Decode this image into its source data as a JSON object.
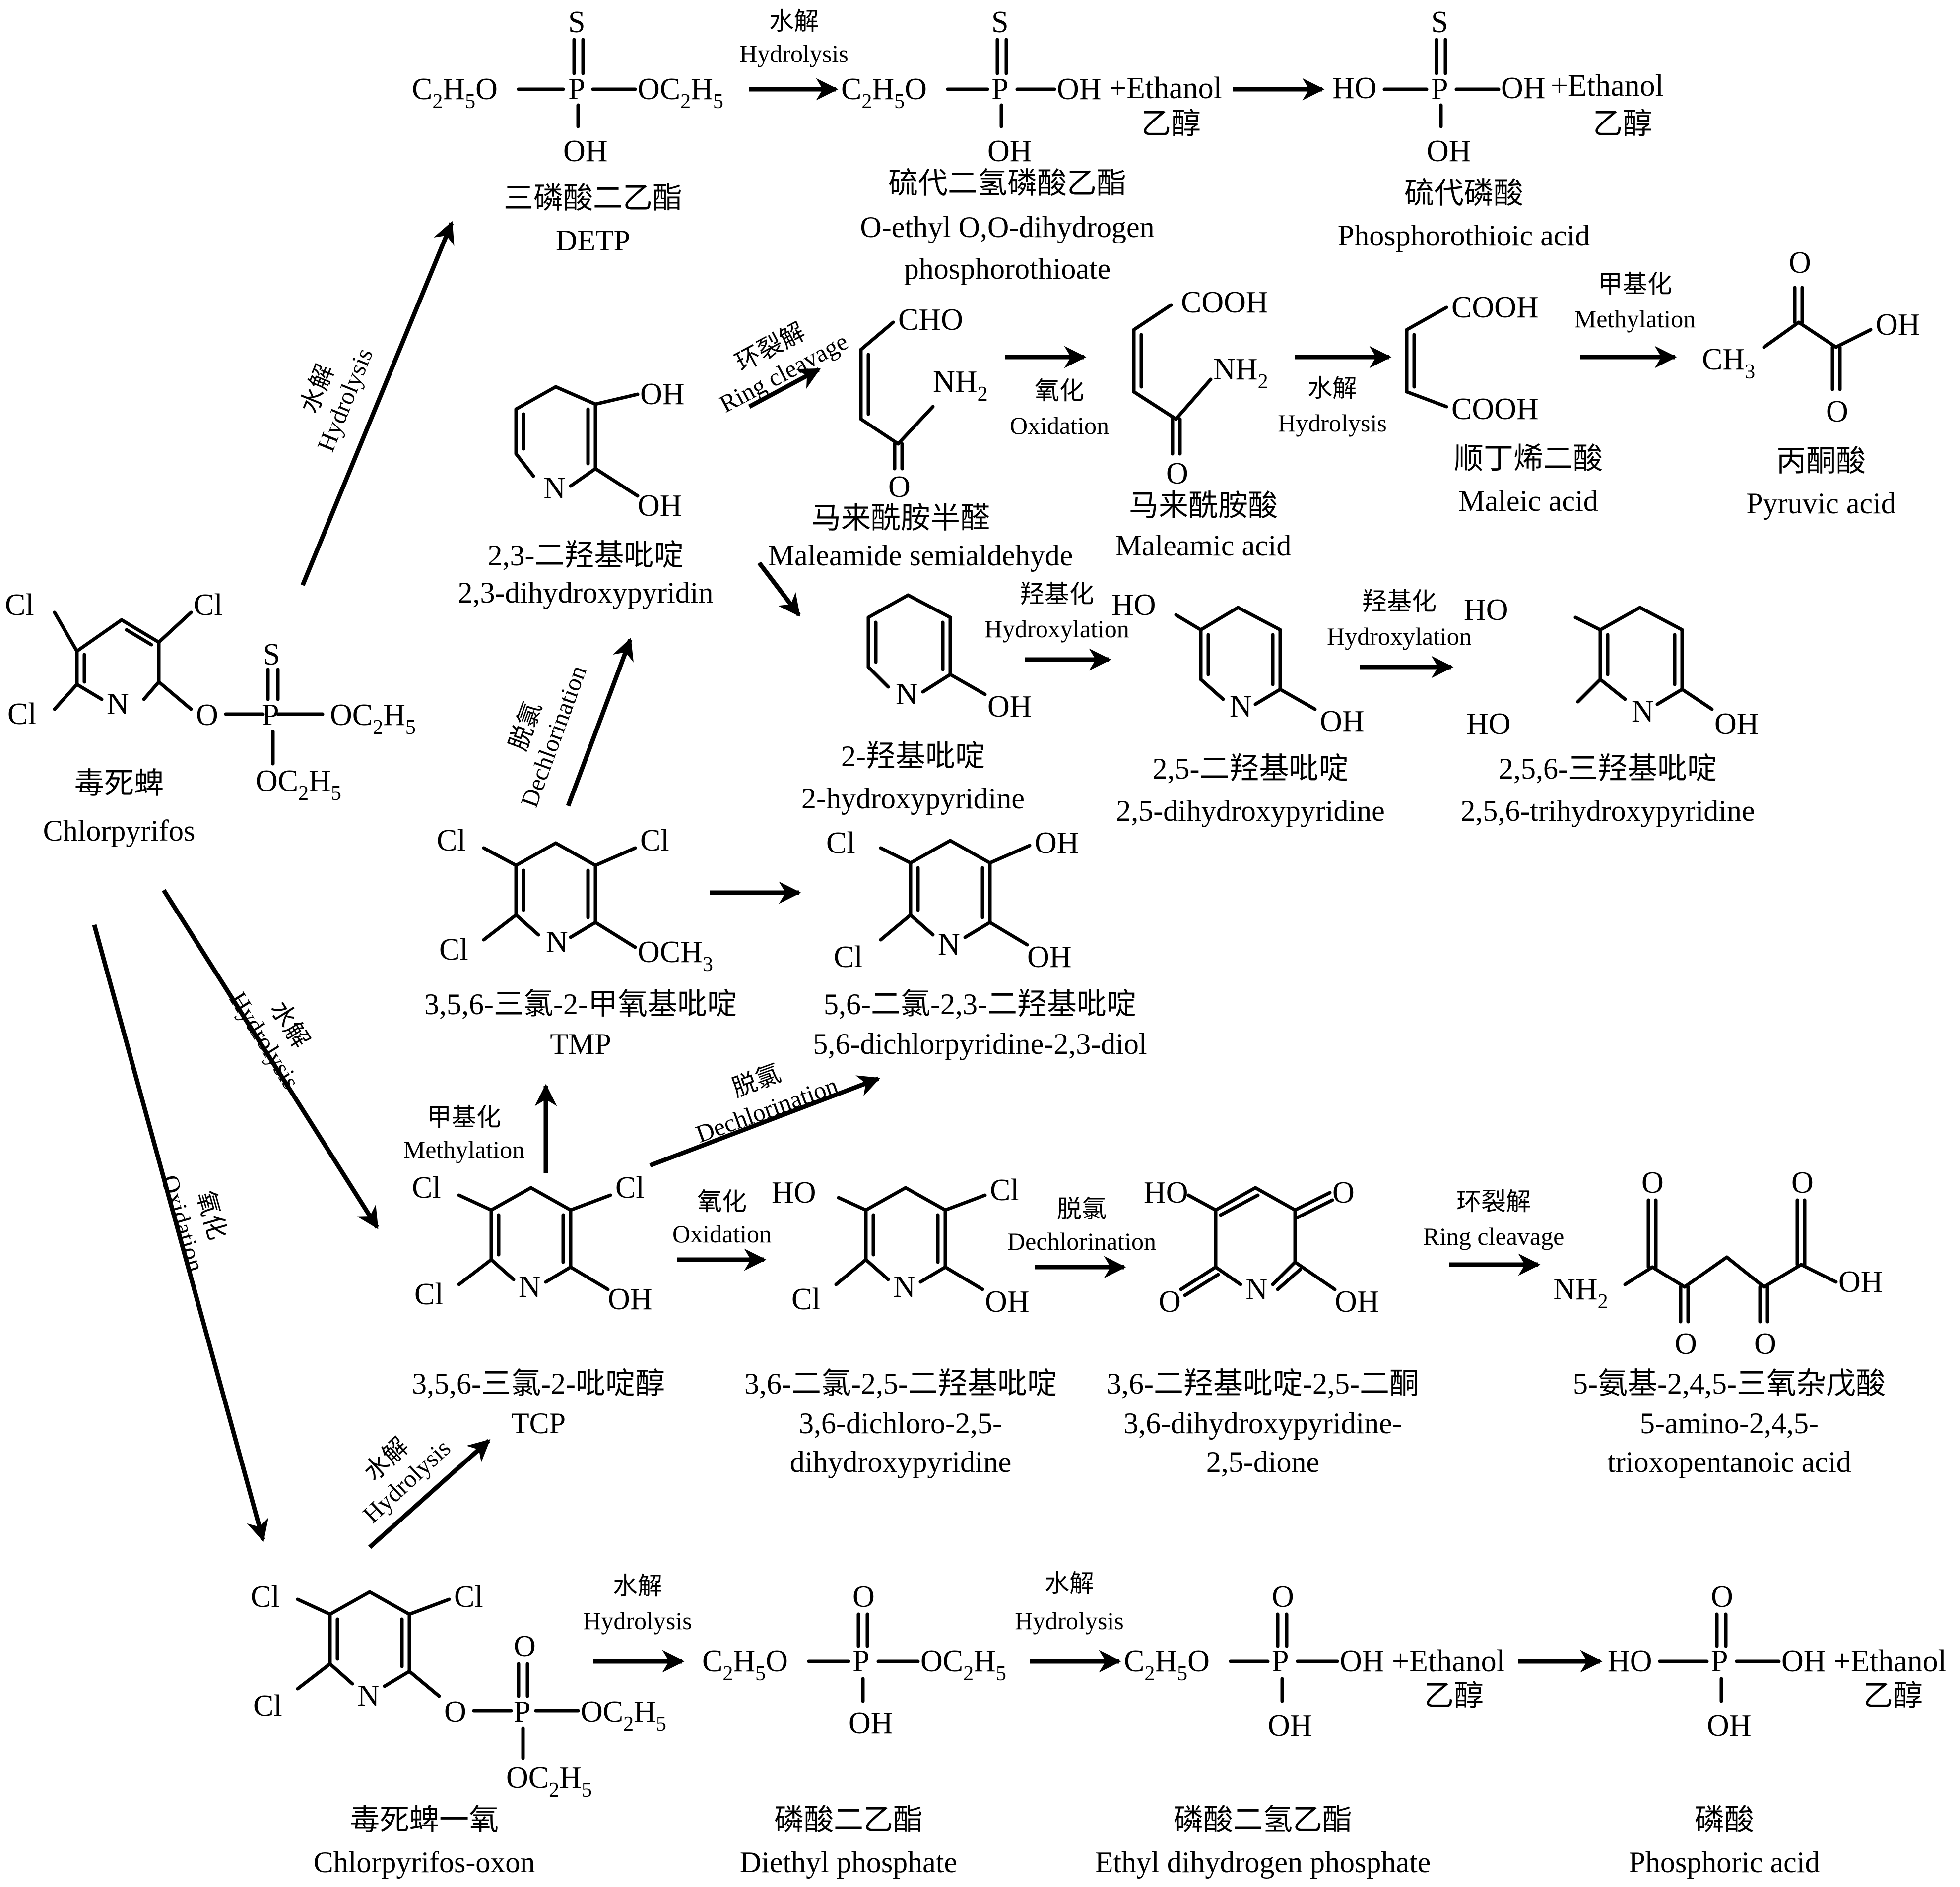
{
  "chlorpyrifos": {
    "atoms": [
      "Cl",
      "Cl",
      "Cl",
      "N",
      "O",
      "P",
      "S",
      "OC",
      "2",
      "H",
      "5",
      "OC",
      "2",
      "H",
      "5"
    ],
    "zh": "毒死蜱",
    "en": "Chlorpyrifos"
  },
  "detp": {
    "left": [
      "C",
      "2",
      "H",
      "5",
      "O"
    ],
    "P": "P",
    "S": "S",
    "right": [
      "OC",
      "2",
      "H",
      "5"
    ],
    "OH": "OH",
    "zh": "三磷酸二乙酯",
    "en": "DETP"
  },
  "odpt": {
    "left": [
      "C",
      "2",
      "H",
      "5",
      "O"
    ],
    "P": "P",
    "S": "S",
    "OH1": "OH",
    "OH2": "OH",
    "plus": "+Ethanol",
    "eth_zh": "乙醇",
    "zh": "硫代二氢磷酸乙酯",
    "en1": "O-ethyl O,O-dihydrogen",
    "en2": "phosphorothioate"
  },
  "pta": {
    "HO": "HO",
    "P": "P",
    "S": "S",
    "OH1": "OH",
    "OH2": "OH",
    "plus": "+Ethanol",
    "eth_zh": "乙醇",
    "zh": "硫代磷酸",
    "en": "Phosphorothioic acid"
  },
  "dhp": {
    "OH1": "OH",
    "OH2": "OH",
    "N": "N",
    "zh": "2,3-二羟基吡啶",
    "en": "2,3-dihydroxypyridin"
  },
  "msa": {
    "CHO": "CHO",
    "NH": "NH",
    "sub": "2",
    "O": "O",
    "zh": "马来酰胺半醛",
    "en": "Maleamide semialdehyde"
  },
  "mam": {
    "COOH": "COOH",
    "NH": "NH",
    "sub": "2",
    "O": "O",
    "zh": "马来酰胺酸",
    "en": "Maleamic acid"
  },
  "mal": {
    "COOH1": "COOH",
    "COOH2": "COOH",
    "zh": "顺丁烯二酸",
    "en": "Maleic acid"
  },
  "pyr": {
    "O1": "O",
    "O2": "O",
    "OH": "OH",
    "CH": "CH",
    "sub": "3",
    "zh": "丙酮酸",
    "en": "Pyruvic acid"
  },
  "hp2": {
    "N": "N",
    "OH": "OH",
    "zh": "2-羟基吡啶",
    "en": "2-hydroxypyridine"
  },
  "dhp25": {
    "HO": "HO",
    "N": "N",
    "OH": "OH",
    "zh": "2,5-二羟基吡啶",
    "en": "2,5-dihydroxypyridine"
  },
  "thp": {
    "HO1": "HO",
    "HO2": "HO",
    "N": "N",
    "OH": "OH",
    "zh": "2,5,6-三羟基吡啶",
    "en": "2,5,6-trihydroxypyridine"
  },
  "tmp": {
    "Cl1": "Cl",
    "Cl2": "Cl",
    "Cl3": "Cl",
    "N": "N",
    "OCH": "OCH",
    "sub": "3",
    "zh": "3,5,6-三氯-2-甲氧基吡啶",
    "en": "TMP"
  },
  "dcpd": {
    "Cl1": "Cl",
    "Cl2": "Cl",
    "OH1": "OH",
    "OH2": "OH",
    "N": "N",
    "zh": "5,6-二氯-2,3-二羟基吡啶",
    "en": "5,6-dichlorpyridine-2,3-diol"
  },
  "tcp": {
    "Cl1": "Cl",
    "Cl2": "Cl",
    "Cl3": "Cl",
    "N": "N",
    "OH": "OH",
    "zh": "3,5,6-三氯-2-吡啶醇",
    "en": "TCP"
  },
  "dcdhp": {
    "HO": "HO",
    "Cl1": "Cl",
    "Cl2": "Cl",
    "N": "N",
    "OH": "OH",
    "zh": "3,6-二氯-2,5-二羟基吡啶",
    "en1": "3,6-dichloro-2,5-",
    "en2": "dihydroxypyridine"
  },
  "dhpd": {
    "HO": "HO",
    "O1": "O",
    "O2": "O",
    "N": "N",
    "OH": "OH",
    "zh": "3,6-二羟基吡啶-2,5-二酮",
    "en1": "3,6-dihydroxypyridine-",
    "en2": "2,5-dione"
  },
  "atpa": {
    "O1": "O",
    "O2": "O",
    "O3": "O",
    "O4": "O",
    "NH": "NH",
    "sub": "2",
    "OH": "OH",
    "zh": "5-氨基-2,4,5-三氧杂戊酸",
    "en1": "5-amino-2,4,5-",
    "en2": "trioxopentanoic acid"
  },
  "oxon": {
    "atoms": [
      "Cl",
      "Cl",
      "Cl",
      "N",
      "O",
      "P",
      "O",
      "OC",
      "2",
      "H",
      "5",
      "OC",
      "2",
      "H",
      "5"
    ],
    "zh": "毒死蜱一氧",
    "en": "Chlorpyrifos-oxon"
  },
  "dep": {
    "left": [
      "C",
      "2",
      "H",
      "5",
      "O"
    ],
    "P": "P",
    "O": "O",
    "right": [
      "OC",
      "2",
      "H",
      "5"
    ],
    "OH": "OH",
    "zh": "磷酸二乙酯",
    "en": "Diethyl phosphate"
  },
  "edp": {
    "left": [
      "C",
      "2",
      "H",
      "5",
      "O"
    ],
    "P": "P",
    "O": "O",
    "OH1": "OH",
    "OH2": "OH",
    "plus": "+Ethanol",
    "eth_zh": "乙醇",
    "zh": "磷酸二氢乙酯",
    "en": "Ethyl dihydrogen phosphate"
  },
  "pa": {
    "HO": "HO",
    "P": "P",
    "O": "O",
    "OH1": "OH",
    "OH2": "OH",
    "plus": "+Ethanol",
    "eth_zh": "乙醇",
    "zh": "磷酸",
    "en": "Phosphoric acid"
  },
  "arrows": {
    "hydrolysis_zh": "水解",
    "hydrolysis_en": "Hydrolysis",
    "ring_zh": "环裂解",
    "ring_en": "Ring cleavage",
    "oxidation_zh": "氧化",
    "oxidation_en": "Oxidation",
    "hydroxylation_zh": "羟基化",
    "hydroxylation_en": "Hydroxylation",
    "methylation_zh": "甲基化",
    "methylation_en": "Methylation",
    "dechlorination_zh": "脱氯",
    "dechlorination_en": "Dechlorination"
  }
}
